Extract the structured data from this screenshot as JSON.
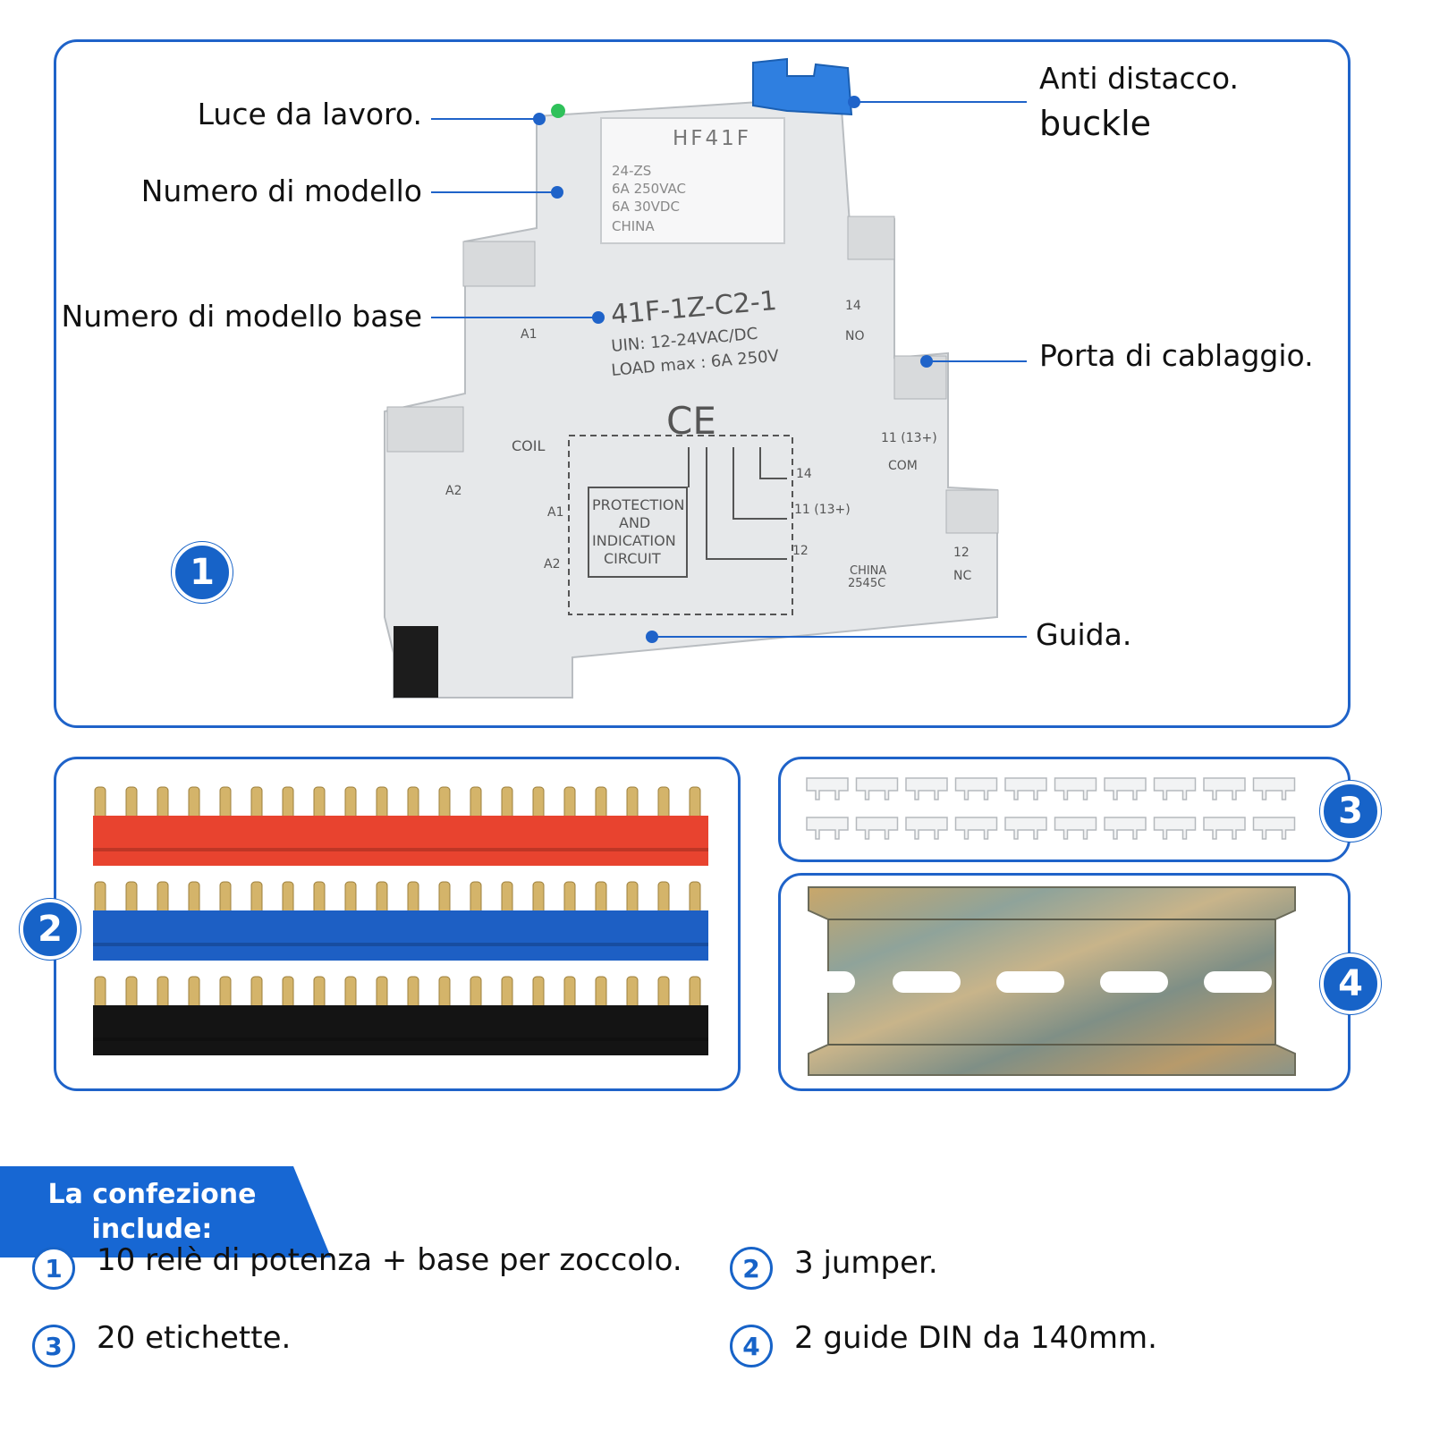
{
  "callouts": {
    "work_light": "Luce da lavoro.",
    "model_number": "Numero di modello",
    "base_model_number": "Numero di modello base",
    "anti_detach_line1": "Anti distacco.",
    "anti_detach_line2": "buckle",
    "wiring_port": "Porta di cablaggio.",
    "rail": "Guida."
  },
  "relay_markings": {
    "relay_brand": "HF41F",
    "relay_model": "24-ZS",
    "relay_rating_ac": "6A  250VAC",
    "relay_rating_dc": "6A  30VDC",
    "relay_origin": "CHINA",
    "base_model": "41F-1Z-C2-1",
    "base_uin": "UIN:  12-24VAC/DC",
    "base_load": "LOAD max : 6A  250V",
    "ce_mark": "CE",
    "coil_label": "COIL",
    "circuit_line1": "PROTECTION",
    "circuit_line2": "AND",
    "circuit_line3": "INDICATION",
    "circuit_line4": "CIRCUIT",
    "terminal_a1": "A1",
    "terminal_a2": "A2",
    "terminal_14": "14",
    "terminal_no": "NO",
    "terminal_11": "11 (13+)",
    "terminal_com": "COM",
    "terminal_12": "12",
    "terminal_nc": "NC",
    "base_origin_line1": "CHINA",
    "base_origin_line2": "2545C"
  },
  "panel_numbers": {
    "p1": "1",
    "p2": "2",
    "p3": "3",
    "p4": "4"
  },
  "jumper_colors": [
    "#e8432f",
    "#1d5fc4",
    "#141414"
  ],
  "package": {
    "banner_line1": "La confezione",
    "banner_line2": "include:",
    "items": [
      {
        "num": "1",
        "text": "10 relè di potenza + base per zoccolo."
      },
      {
        "num": "2",
        "text": "3 jumper."
      },
      {
        "num": "3",
        "text": "20 etichette."
      },
      {
        "num": "4",
        "text": "2 guide DIN da 140mm."
      }
    ]
  },
  "colors": {
    "accent": "#1f63c9",
    "banner": "#1767d3"
  }
}
